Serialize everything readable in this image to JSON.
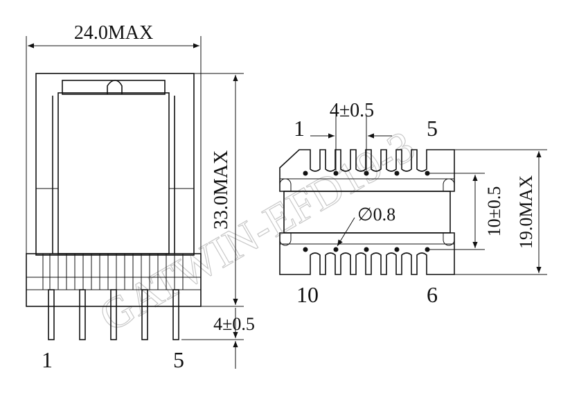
{
  "watermark": "GATWIN-EFD19-3",
  "side_view": {
    "width_dim": "24.0MAX",
    "height_dim": "33.0MAX",
    "pin_length_dim": "4±0.5",
    "pin_label_left": "1",
    "pin_label_right": "5"
  },
  "bottom_view": {
    "pitch_dim": "4±0.5",
    "pin_label_top_left": "1",
    "pin_label_top_right": "5",
    "hole_dim": "∅0.8",
    "row_spacing_dim": "10±0.5",
    "depth_dim": "19.0MAX",
    "pin_label_bottom_left": "10",
    "pin_label_bottom_right": "6"
  }
}
